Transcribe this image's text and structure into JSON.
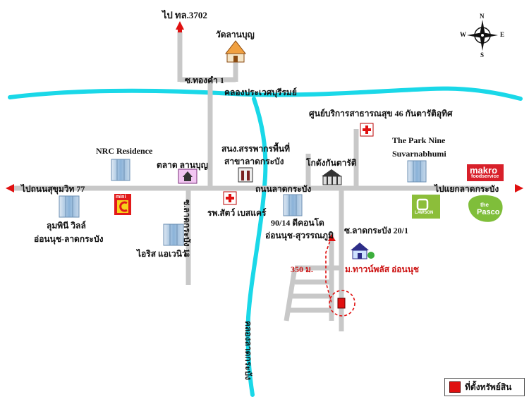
{
  "map": {
    "labels": {
      "to_route_3702": "ไป ทล.3702",
      "temple": "วัดลานบุญ",
      "soi_thongkham": "ซ.ทองคำ 1",
      "canal_prawet": "คลองประเวศบุรีรมย์",
      "health_center": "ศูนย์บริการสาธารณสุข 46 กันตารัติอุทิศ",
      "nrc_residence": "NRC Residence",
      "lanboon_market": "ตลาด ลานบุญ",
      "revenue_office_1": "สนง.สรรพากรพื้นที่",
      "revenue_office_2": "สาขาลาดกระบัง",
      "kolang_kantarati": "โกดังกันตารัติ",
      "park_nine_1": "The Park Nine",
      "park_nine_2": "Suvarnabhumi",
      "makro_brand": "makro",
      "makro_sub": "foodservice",
      "to_sukhumvit77": "ไปถนนสุขุมวิท 77",
      "lat_krabang_road": "ถนนลาดกระบัง",
      "to_lat_krabang_jn": "ไปแยกลาดกระบัง",
      "mini_c": "mini",
      "lumpini_1": "ลุมพินี วิลล์",
      "lumpini_2": "อ่อนนุช-ลาดกระบัง",
      "soi_ladkrabang18": "ซ.ลาดกระบัง 18",
      "iris_avenue": "ไอริส แอเวนิว",
      "petcare_hospital": "รพ.สัตว์ เบสแคร์",
      "condo_90_1": "90/14 ดีคอนโด",
      "condo_90_2": "อ่อนนุช-สุวรรณภูมิ",
      "soi_ladkrabang20": "ซ.ลาดกระบัง 20/1",
      "distance": "350 ม.",
      "townplus": "ม.ทาวน์พลัส อ่อนนุช",
      "canal_lower": "คลองลาดกระบัง",
      "pasco_1": "the",
      "pasco_2": "Pasco",
      "lawson": "LAWSON",
      "legend": "ที่ตั้งทรัพย์สิน"
    },
    "compass": {
      "n": "N",
      "s": "S",
      "e": "E",
      "w": "W"
    },
    "colors": {
      "road": "#c8c8c8",
      "canal": "#1ad8e8",
      "arrow_red": "#e01010",
      "park_green": "#8cbe3a",
      "makro_red": "#d8202a",
      "building_blue": "#8ab2d8"
    }
  }
}
